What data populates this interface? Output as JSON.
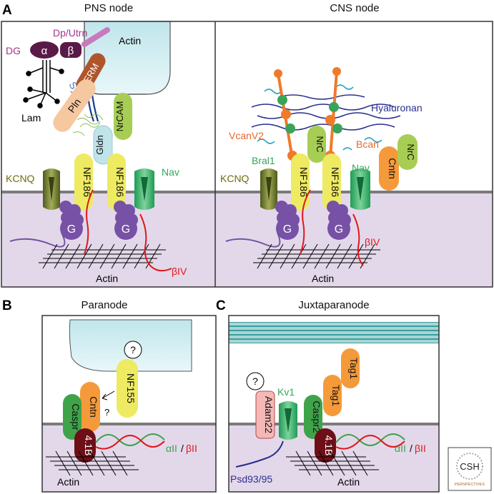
{
  "panels": {
    "a": {
      "letter": "A",
      "pns_title": "PNS node",
      "cns_title": "CNS node"
    },
    "b": {
      "letter": "B",
      "title": "Paranode"
    },
    "c": {
      "letter": "C",
      "title": "Juxtaparanode"
    }
  },
  "pns": {
    "dp_utrn": "Dp/Utrn",
    "actin_top": "Actin",
    "dg": "DG",
    "alpha": "α",
    "beta": "β",
    "erm": "ERM",
    "syn": "Syn",
    "pln": "Pln",
    "lam": "Lam",
    "nrcam": "NrCAM",
    "gldn": "Gldn",
    "kcnq": "KCNQ",
    "nf186_1": "NF186",
    "nf186_2": "NF186",
    "nav": "Nav",
    "g1": "G",
    "g2": "G",
    "biv": "βIV",
    "actin_bottom": "Actin"
  },
  "cns": {
    "hyaluronan": "Hyaluronan",
    "vcan": "VcanV2",
    "bral1": "Bral1",
    "nrc1": "NrC",
    "nrc2": "NrC",
    "bcan": "Bcan",
    "cntn": "Cntn",
    "kcnq": "KCNQ",
    "nf186_1": "NF186",
    "nf186_2": "NF186",
    "nav": "Nav",
    "g1": "G",
    "g2": "G",
    "biv": "βIV",
    "actin": "Actin"
  },
  "paranode": {
    "q": "?",
    "nf155": "NF155",
    "cntn": "Cntn",
    "caspr": "Caspr",
    "q2": "?",
    "p41b": "4.1B",
    "aii": "αII",
    "slash": "/",
    "bii": "βII",
    "actin": "Actin"
  },
  "juxta": {
    "q": "?",
    "tag1a": "Tag1",
    "tag1b": "Tag1",
    "adam22": "Adam22",
    "kv1": "Kv1",
    "caspr2": "Caspr2",
    "p41b": "4.1B",
    "aii": "αII",
    "slash": "/",
    "bii": "βII",
    "psd": "Psd93/95",
    "actin": "Actin"
  },
  "logo": {
    "csh": "CSH",
    "perspectives": "PERSPECTIVES"
  },
  "colors": {
    "membrane": "#e3d8ea",
    "glia": "#d5eef2",
    "nf": "#eeea62",
    "green": "#a7cd54",
    "orange": "#f59a3a",
    "purple": "#7651a5",
    "red": "#e0181c",
    "maroon": "#6e0f18",
    "hyaluronan": "#2b2f8f",
    "cyan": "#2aa6c9"
  }
}
